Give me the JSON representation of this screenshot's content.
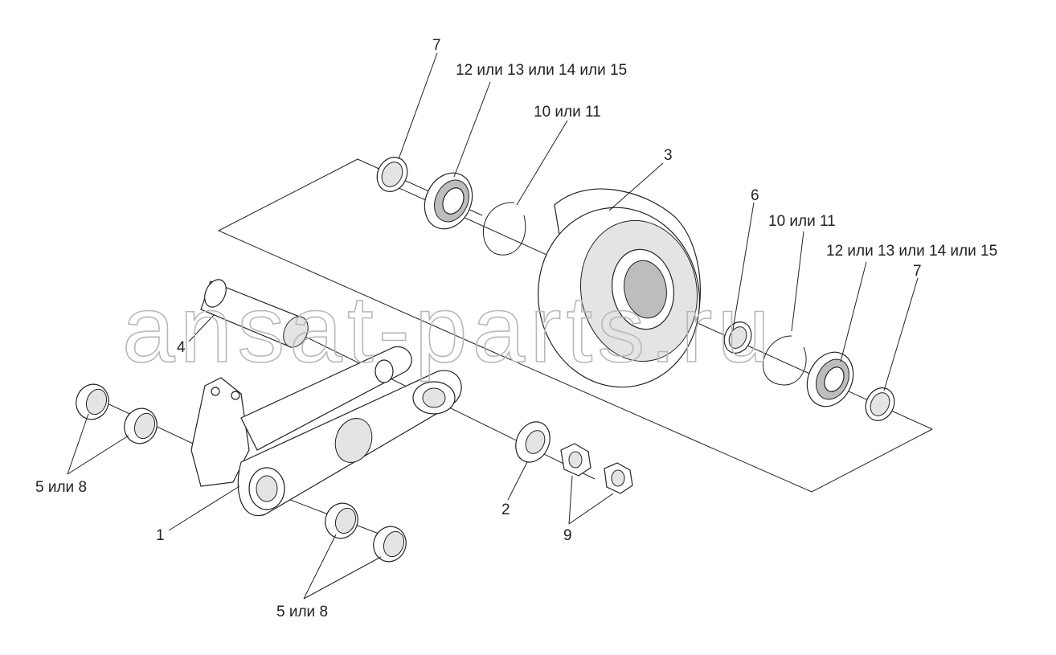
{
  "watermark": "ansat-parts.ru",
  "labels": {
    "l1": "1",
    "l2": "2",
    "l3": "3",
    "l4": "4",
    "l5a": "5 или 8",
    "l5b": "5 или 8",
    "l6": "6",
    "l7a": "7",
    "l7b": "7",
    "l9": "9",
    "l10a": "10 или 11",
    "l10b": "10 или 11",
    "l12a": "12 или 13 или 14 или 15",
    "l12b": "12 или 13 или 14 или 15"
  }
}
